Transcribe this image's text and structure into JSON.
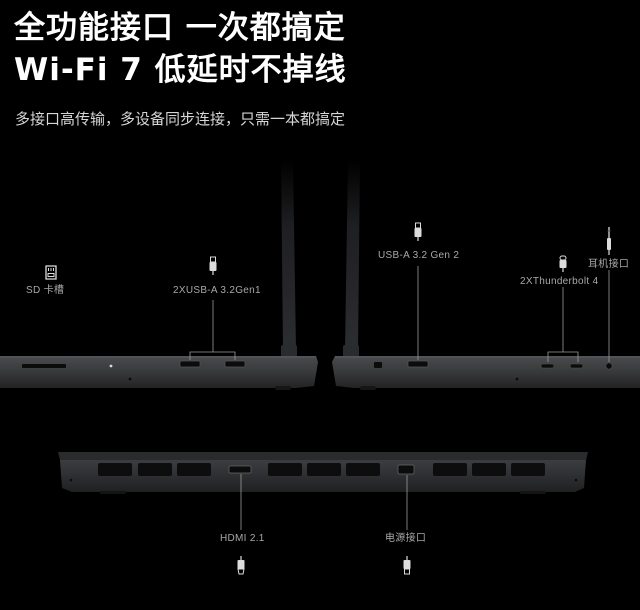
{
  "headline": {
    "line1": "全功能接口 一次都搞定",
    "line2": "Wi-Fi 7 低延时不掉线"
  },
  "subtitle": "多接口高传输，多设备同步连接，只需一本都搞定",
  "ports": {
    "sd": {
      "label": "SD 卡槽",
      "icon": "sd-card-icon"
    },
    "usb_a_left": {
      "label": "2XUSB-A 3.2Gen1",
      "icon": "usb-plug-icon"
    },
    "usb_a_right": {
      "label": "USB-A 3.2 Gen 2",
      "icon": "usb-plug-icon"
    },
    "thunderbolt": {
      "label": "2XThunderbolt 4",
      "icon": "thunderbolt-plug-icon"
    },
    "headphone": {
      "label": "耳机接口",
      "icon": "headphone-plug-icon"
    },
    "hdmi": {
      "label": "HDMI 2.1",
      "icon": "hdmi-plug-icon"
    },
    "power": {
      "label": "电源接口",
      "icon": "power-plug-icon"
    }
  },
  "colors": {
    "background": "#000000",
    "chassis": "#3a3b3d",
    "port": "#0e0e0e",
    "callout_line": "#9a9a9a"
  }
}
